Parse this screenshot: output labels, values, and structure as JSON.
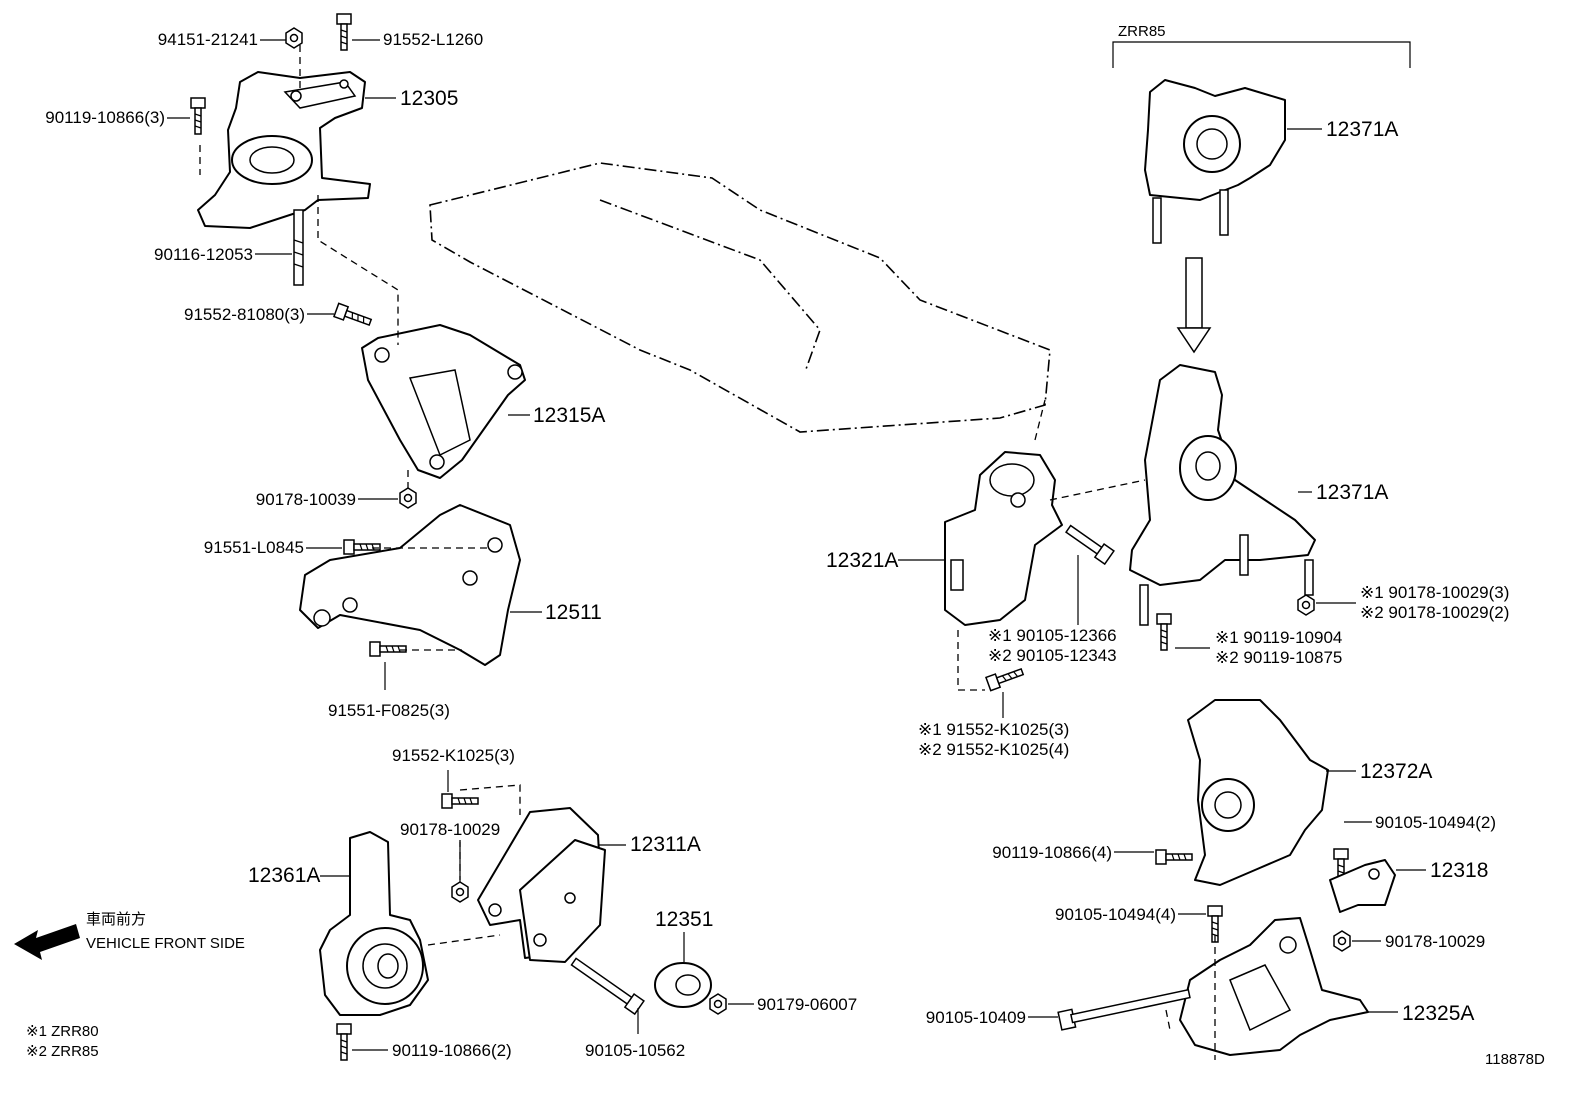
{
  "diagram": {
    "illustration_id": "118878D",
    "variant_bracket": "ZRR85",
    "front_side": {
      "jp": "車両前方",
      "en": "VEHICLE FRONT SIDE"
    },
    "notes": [
      "※1 ZRR80",
      "※2 ZRR85"
    ],
    "labels": [
      {
        "text": "94151-21241"
      },
      {
        "text": "91552-L1260"
      },
      {
        "text": "12305"
      },
      {
        "text": "90119-10866(3)"
      },
      {
        "text": "90116-12053"
      },
      {
        "text": "91552-81080(3)"
      },
      {
        "text": "12315A"
      },
      {
        "text": "90178-10039"
      },
      {
        "text": "91551-L0845"
      },
      {
        "text": "12511"
      },
      {
        "text": "91551-F0825(3)"
      },
      {
        "text": "91552-K1025(3)"
      },
      {
        "text": "90178-10029"
      },
      {
        "text": "12311A"
      },
      {
        "text": "12361A"
      },
      {
        "text": "12351"
      },
      {
        "text": "90179-06007"
      },
      {
        "text": "90119-10866(2)"
      },
      {
        "text": "90105-10562"
      },
      {
        "text": "12371A"
      },
      {
        "text": "12371A"
      },
      {
        "text": "12321A"
      },
      {
        "text": "※1  90178-10029(3)"
      },
      {
        "text": "※2  90178-10029(2)"
      },
      {
        "text": "※1  90105-12366"
      },
      {
        "text": "※2  90105-12343"
      },
      {
        "text": "※1  90119-10904"
      },
      {
        "text": "※2  90119-10875"
      },
      {
        "text": "※1  91552-K1025(3)"
      },
      {
        "text": "※2  91552-K1025(4)"
      },
      {
        "text": "12372A"
      },
      {
        "text": "90105-10494(2)"
      },
      {
        "text": "90119-10866(4)"
      },
      {
        "text": "12318"
      },
      {
        "text": "90105-10494(4)"
      },
      {
        "text": "90178-10029"
      },
      {
        "text": "90105-10409"
      },
      {
        "text": "12325A"
      }
    ]
  }
}
